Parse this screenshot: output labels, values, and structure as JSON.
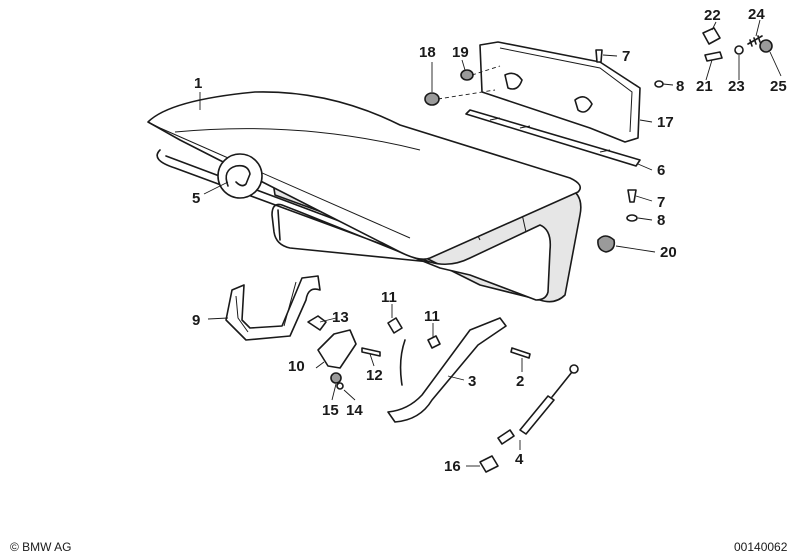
{
  "parts": [
    {
      "id": "1",
      "text": "1"
    },
    {
      "id": "2",
      "text": "2"
    },
    {
      "id": "3",
      "text": "3"
    },
    {
      "id": "4",
      "text": "4"
    },
    {
      "id": "5",
      "text": "5"
    },
    {
      "id": "6",
      "text": "6"
    },
    {
      "id": "7a",
      "text": "7"
    },
    {
      "id": "7b",
      "text": "7"
    },
    {
      "id": "8a",
      "text": "8"
    },
    {
      "id": "8b",
      "text": "8"
    },
    {
      "id": "9",
      "text": "9"
    },
    {
      "id": "10",
      "text": "10"
    },
    {
      "id": "11a",
      "text": "11"
    },
    {
      "id": "11b",
      "text": "11"
    },
    {
      "id": "12",
      "text": "12"
    },
    {
      "id": "13",
      "text": "13"
    },
    {
      "id": "14",
      "text": "14"
    },
    {
      "id": "15",
      "text": "15"
    },
    {
      "id": "16",
      "text": "16"
    },
    {
      "id": "17",
      "text": "17"
    },
    {
      "id": "18",
      "text": "18"
    },
    {
      "id": "19",
      "text": "19"
    },
    {
      "id": "20",
      "text": "20"
    },
    {
      "id": "21",
      "text": "21"
    },
    {
      "id": "22",
      "text": "22"
    },
    {
      "id": "23",
      "text": "23"
    },
    {
      "id": "24",
      "text": "24"
    },
    {
      "id": "25",
      "text": "25"
    }
  ],
  "footer": {
    "copyright": "© BMW AG",
    "drawing_number": "00140062"
  }
}
